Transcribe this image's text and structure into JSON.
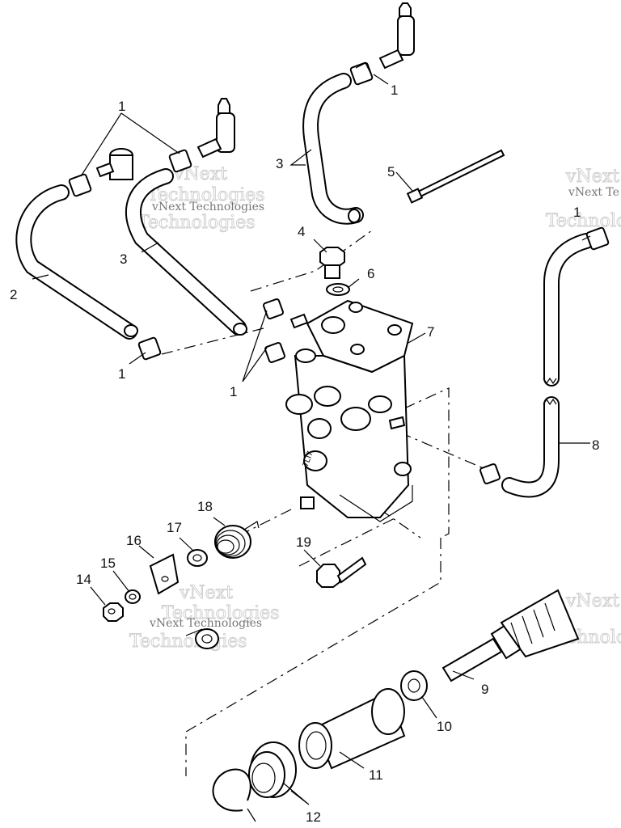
{
  "callouts": {
    "c1_top": "1",
    "c1_left_top": "1",
    "c1_left_bottom": "1",
    "c1_center": "1",
    "c1_right": "1",
    "c2": "2",
    "c3_left": "3",
    "c3_top": "3",
    "c4": "4",
    "c5": "5",
    "c6": "6",
    "c7": "7",
    "c8": "8",
    "c9": "9",
    "c10": "10",
    "c11": "11",
    "c12": "12",
    "c14": "14",
    "c15": "15",
    "c16": "16",
    "c17": "17",
    "c18": "18",
    "c19": "19"
  },
  "watermark": {
    "brand_main": "vNext Technologies",
    "brand_top_a": "vNext",
    "brand_top_b": "Technologies",
    "brand_mid_a": "vNext",
    "brand_mid_b": "Technologies",
    "brand_right_a": "vNext",
    "brand_right_b": "Technologies",
    "brand_right_small": "vNext Te",
    "brand_low": "vNext Technologies"
  }
}
